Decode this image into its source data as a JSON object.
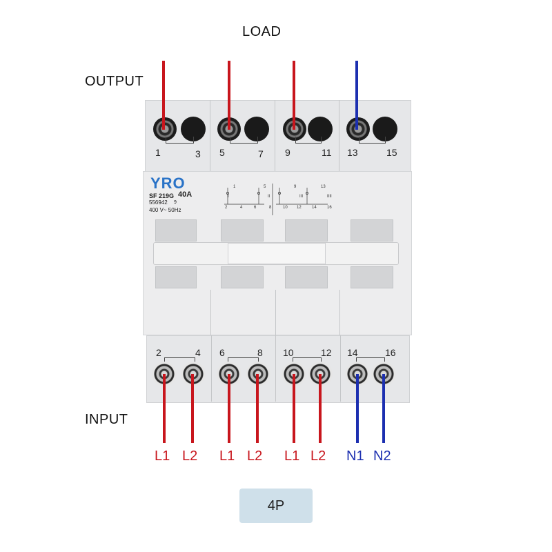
{
  "labels": {
    "load": "LOAD",
    "output": "OUTPUT",
    "input": "INPUT"
  },
  "top_terminal_numbers": [
    "1",
    "3",
    "5",
    "7",
    "9",
    "11",
    "13",
    "15"
  ],
  "bottom_terminal_numbers": [
    "2",
    "4",
    "6",
    "8",
    "10",
    "12",
    "14",
    "16"
  ],
  "nameplate": {
    "brand": "YRO",
    "model": "SF 219G",
    "rating": "40A",
    "serial": "556942",
    "serial_suffix": "9",
    "voltage": "400 V~ 50Hz",
    "diagram_roman": [
      "I",
      "II",
      "III",
      "IIII"
    ],
    "diagram_numbers": [
      "1",
      "5",
      "9",
      "13",
      "2",
      "4",
      "6",
      "8",
      "10",
      "12",
      "14",
      "16"
    ]
  },
  "wire_labels": [
    "L1",
    "L2",
    "L1",
    "L2",
    "L1",
    "L2",
    "N1",
    "N2"
  ],
  "colors": {
    "phase_wire": "#c8161d",
    "neutral_wire": "#1c2fb0",
    "badge_bg": "#cfe0ea"
  },
  "badge": "4P"
}
